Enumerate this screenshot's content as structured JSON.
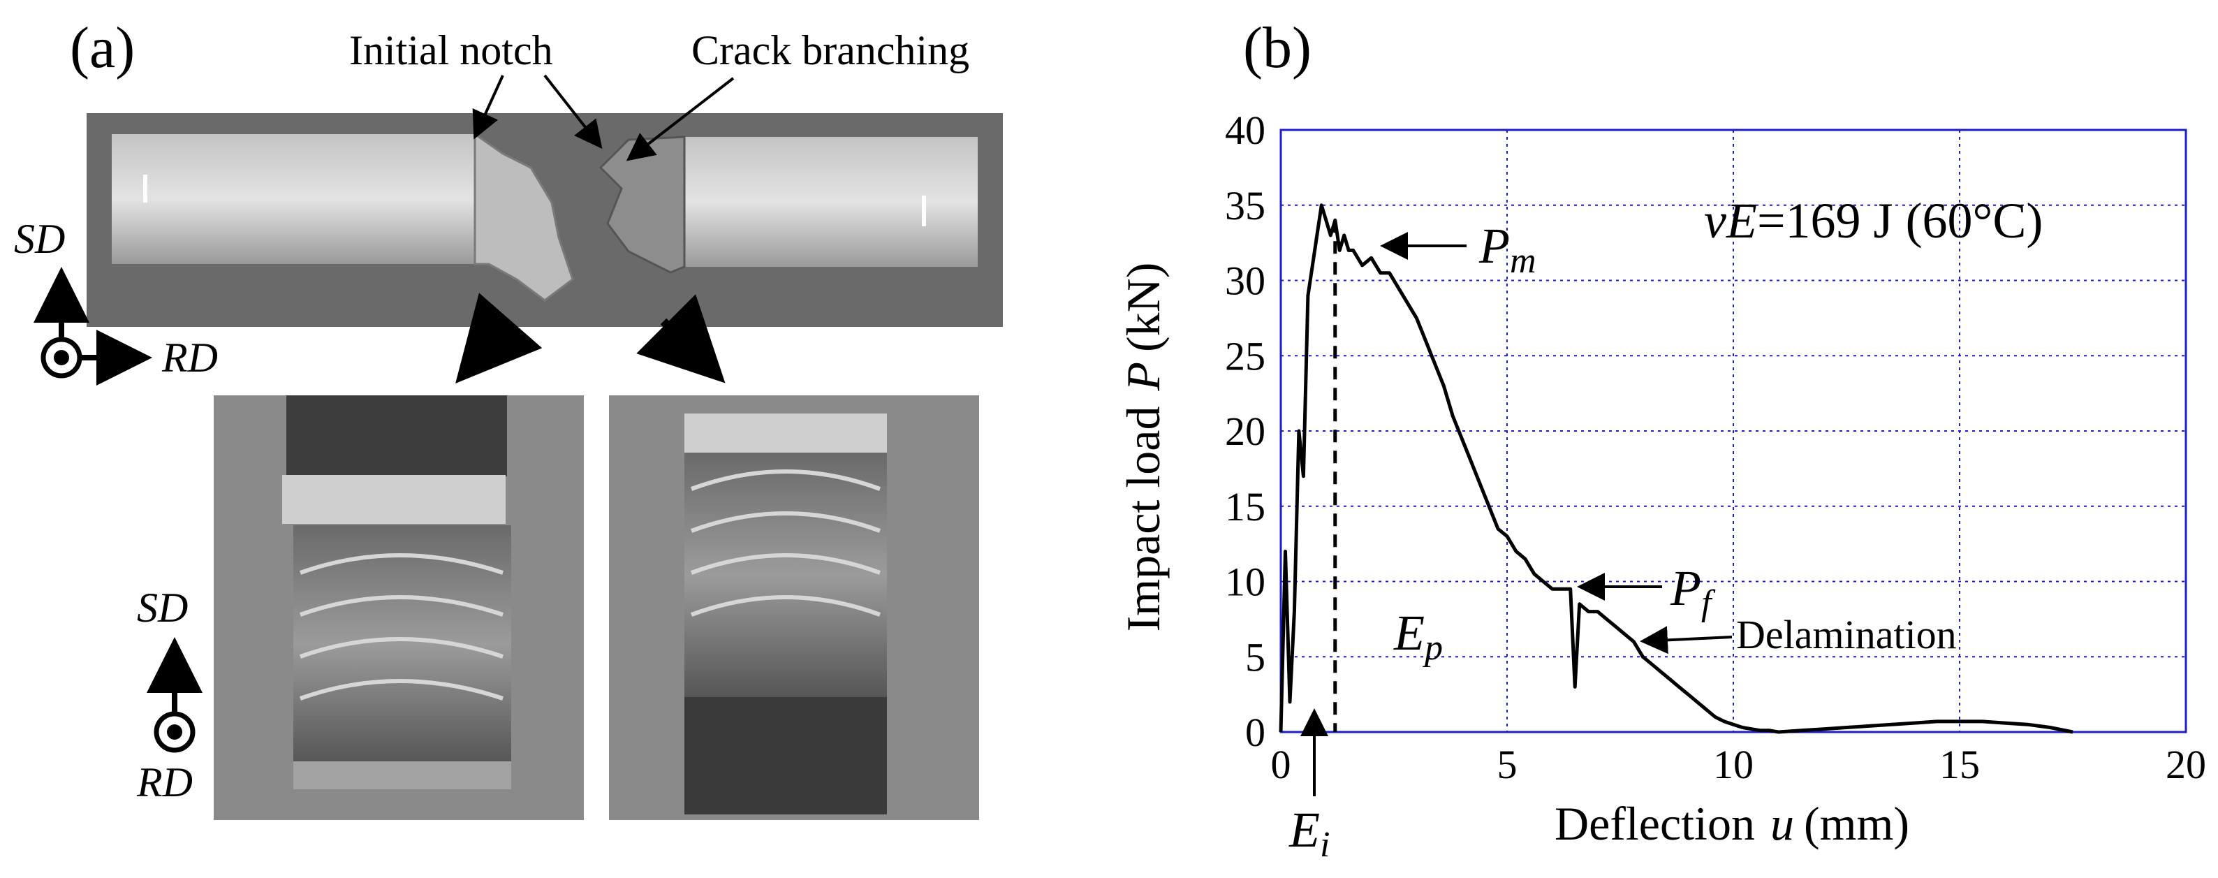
{
  "panel_a": {
    "label": "(a)",
    "annotations": {
      "initial_notch": "Initial notch",
      "crack_branching": "Crack branching"
    },
    "axes_top": {
      "vertical": "SD",
      "horizontal": "RD"
    },
    "axes_bottom": {
      "vertical": "SD",
      "out_of_plane": "RD"
    }
  },
  "panel_b": {
    "label": "(b)",
    "energy_label": {
      "v": "v",
      "E": "E",
      "rest": "=169 J (60°C)"
    },
    "symbols": {
      "Pm": {
        "main": "P",
        "sub": "m"
      },
      "Pf": {
        "main": "P",
        "sub": "f"
      },
      "Ep": {
        "main": "E",
        "sub": "p"
      },
      "Ei": {
        "main": "E",
        "sub": "i"
      }
    },
    "delamination": "Delamination",
    "ylabel": {
      "text": "Impact load",
      "symbol": "P",
      "unit": "(kN)"
    },
    "xlabel": {
      "text": "Deflection",
      "symbol": "u",
      "unit": "(mm)"
    }
  },
  "chart_data": {
    "type": "line",
    "xlim": [
      0,
      20
    ],
    "ylim": [
      0,
      40
    ],
    "xticks": [
      0,
      5,
      10,
      15,
      20
    ],
    "yticks": [
      0,
      5,
      10,
      15,
      20,
      25,
      30,
      35,
      40
    ],
    "grid": true,
    "series": [
      {
        "x": [
          0.0,
          0.1,
          0.2,
          0.3,
          0.4,
          0.5,
          0.6,
          0.7,
          0.8,
          0.9,
          1.0,
          1.1,
          1.2,
          1.3,
          1.4,
          1.5,
          1.6,
          1.8,
          2.0,
          2.2,
          2.4,
          2.6,
          2.8,
          3.0,
          3.2,
          3.4,
          3.6,
          3.8,
          4.0,
          4.2,
          4.4,
          4.6,
          4.8,
          5.0,
          5.2,
          5.4,
          5.6,
          5.8,
          6.0,
          6.2,
          6.4,
          6.5,
          6.6,
          6.8,
          7.0,
          7.2,
          7.4,
          7.6,
          7.8,
          8.0,
          8.2,
          8.4,
          8.6,
          8.8,
          9.0,
          9.2,
          9.4,
          9.6,
          9.8,
          10.0,
          10.2,
          10.4,
          10.6,
          10.8,
          11.0,
          11.5,
          12.0,
          12.5,
          13.0,
          13.5,
          14.0,
          14.5,
          15.0,
          15.5,
          16.0,
          16.5,
          17.0,
          17.5
        ],
        "y": [
          0,
          12,
          2,
          8,
          20,
          17,
          29,
          31,
          33,
          35,
          34,
          33,
          34,
          32,
          33,
          32,
          32,
          31,
          31.5,
          30.5,
          30.5,
          29.5,
          28.5,
          27.5,
          26,
          24.5,
          23,
          21,
          19.5,
          18,
          16.5,
          15,
          13.5,
          13,
          12,
          11.5,
          10.5,
          10,
          9.5,
          9.5,
          9.5,
          3,
          8.5,
          8,
          8,
          7.5,
          7,
          6.5,
          6,
          5,
          4.5,
          4,
          3.5,
          3,
          2.5,
          2,
          1.5,
          1,
          0.7,
          0.5,
          0.3,
          0.2,
          0.1,
          0.1,
          0,
          0.1,
          0.2,
          0.3,
          0.4,
          0.5,
          0.6,
          0.7,
          0.7,
          0.7,
          0.6,
          0.5,
          0.3,
          0
        ]
      }
    ],
    "markers": {
      "Ei_x": 1.2
    }
  }
}
